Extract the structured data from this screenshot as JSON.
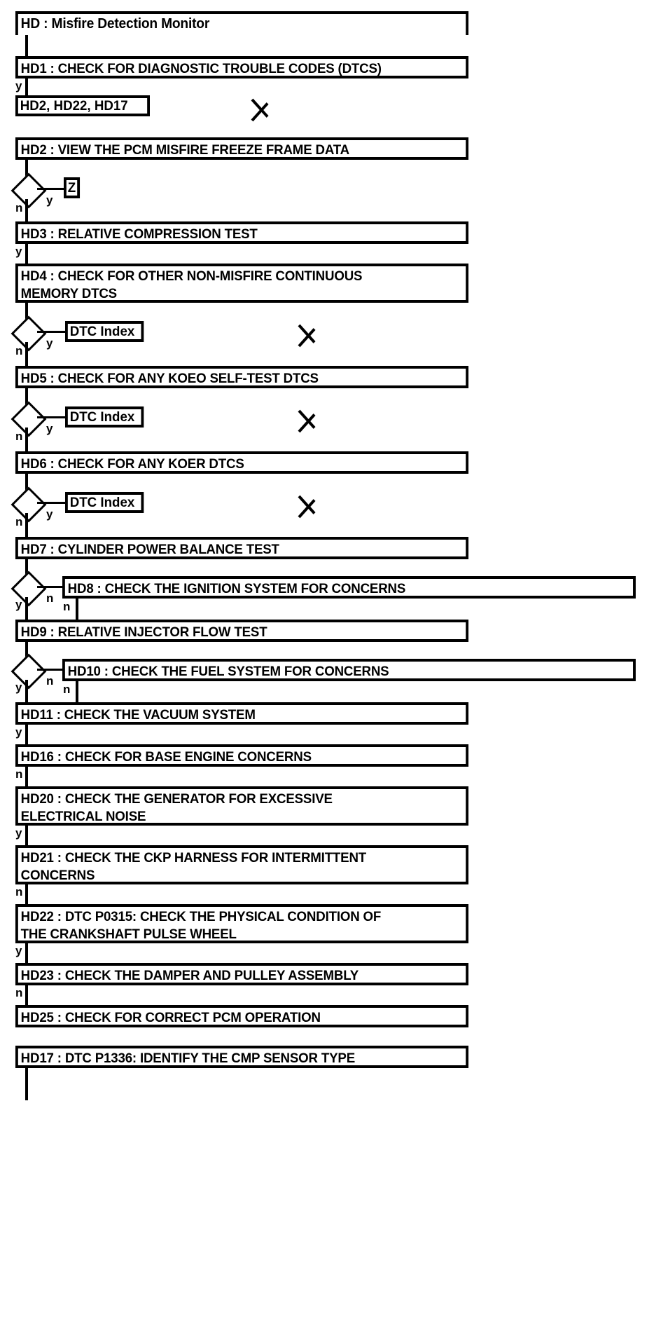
{
  "diagram": {
    "title": "HD : Misfire Detection Monitor",
    "type": "flowchart",
    "steps": [
      {
        "id": "HD",
        "label": "HD : Misfire Detection Monitor"
      },
      {
        "id": "HD1",
        "label": "HD1 : CHECK FOR DIAGNOSTIC TROUBLE CODES (DTCS)"
      },
      {
        "id": "HD2",
        "label": "HD2 : VIEW THE PCM MISFIRE FREEZE FRAME DATA"
      },
      {
        "id": "HD3",
        "label": "HD3 : RELATIVE COMPRESSION TEST"
      },
      {
        "id": "HD4",
        "label": "HD4 : CHECK FOR OTHER NON-MISFIRE CONTINUOUS\nMEMORY DTCS"
      },
      {
        "id": "HD5",
        "label": "HD5 : CHECK FOR ANY KOEO SELF-TEST DTCS"
      },
      {
        "id": "HD6",
        "label": "HD6 : CHECK FOR ANY KOER DTCS"
      },
      {
        "id": "HD7",
        "label": "HD7 : CYLINDER POWER BALANCE TEST"
      },
      {
        "id": "HD8",
        "label": "HD8 : CHECK THE IGNITION SYSTEM FOR CONCERNS"
      },
      {
        "id": "HD9",
        "label": "HD9 : RELATIVE INJECTOR FLOW TEST"
      },
      {
        "id": "HD10",
        "label": "HD10 : CHECK THE FUEL SYSTEM FOR CONCERNS"
      },
      {
        "id": "HD11",
        "label": "HD11 : CHECK THE VACUUM SYSTEM"
      },
      {
        "id": "HD16",
        "label": "HD16 : CHECK FOR BASE ENGINE CONCERNS"
      },
      {
        "id": "HD20",
        "label": "HD20 : CHECK THE GENERATOR FOR EXCESSIVE\nELECTRICAL NOISE"
      },
      {
        "id": "HD21",
        "label": "HD21 : CHECK THE CKP HARNESS FOR INTERMITTENT\nCONCERNS"
      },
      {
        "id": "HD22",
        "label": "HD22 : DTC P0315: CHECK THE PHYSICAL CONDITION OF\nTHE CRANKSHAFT PULSE WHEEL"
      },
      {
        "id": "HD23",
        "label": "HD23 : CHECK THE DAMPER AND PULLEY ASSEMBLY"
      },
      {
        "id": "HD25",
        "label": "HD25 : CHECK FOR CORRECT PCM OPERATION"
      },
      {
        "id": "HD17",
        "label": "HD17 : DTC P1336: IDENTIFY THE CMP SENSOR TYPE"
      }
    ],
    "refs": {
      "hd1_targets": "HD2, HD22, HD17",
      "z": "Z",
      "dtc_index": "DTC Index"
    },
    "edges": {
      "y": "y",
      "n": "n"
    }
  }
}
